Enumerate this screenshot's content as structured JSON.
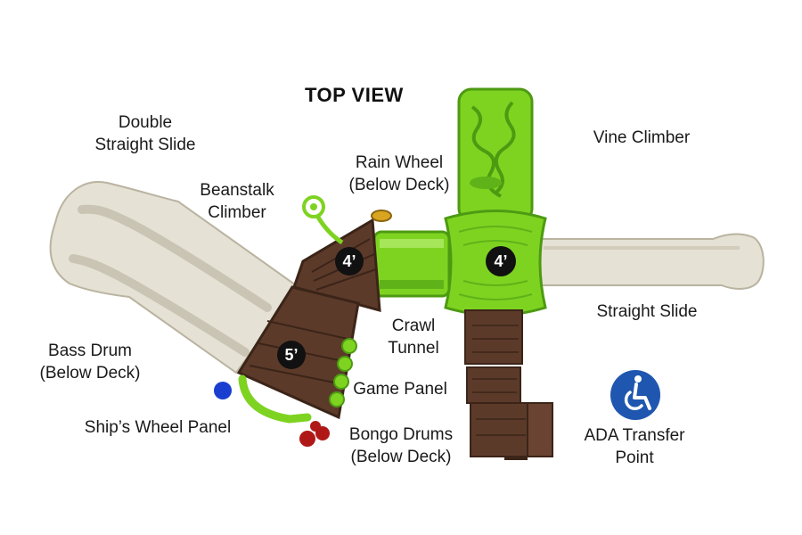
{
  "title": "TOP VIEW",
  "deck_heights": {
    "left_upper": "4’",
    "left_lower": "5’",
    "right": "4’"
  },
  "labels": {
    "double_straight_slide": [
      "Double",
      "Straight Slide"
    ],
    "beanstalk_climber": [
      "Beanstalk",
      "Climber"
    ],
    "rain_wheel": [
      "Rain Wheel",
      "(Below Deck)"
    ],
    "vine_climber": [
      "Vine Climber"
    ],
    "straight_slide": [
      "Straight Slide"
    ],
    "crawl_tunnel": [
      "Crawl",
      "Tunnel"
    ],
    "bass_drum": [
      "Bass Drum",
      "(Below Deck)"
    ],
    "game_panel": [
      "Game Panel"
    ],
    "ships_wheel_panel": [
      "Ship’s Wheel Panel"
    ],
    "bongo_drums": [
      "Bongo Drums",
      "(Below Deck)"
    ],
    "ada_transfer_point": [
      "ADA Transfer",
      "Point"
    ]
  },
  "colors": {
    "slide": "#e5e1d4",
    "slide_shadow": "#c9c4b3",
    "lime": "#7ed321",
    "lime_dark": "#4d9a12",
    "deck_brown": "#5c3a2a",
    "deck_dark": "#3b2418",
    "ada_blue": "#1f56b0",
    "bass_drum": "#1a3fd0",
    "bongo": "#b01818",
    "wheel_yellow": "#d9a520"
  },
  "icons": [
    "accessibility-icon"
  ]
}
